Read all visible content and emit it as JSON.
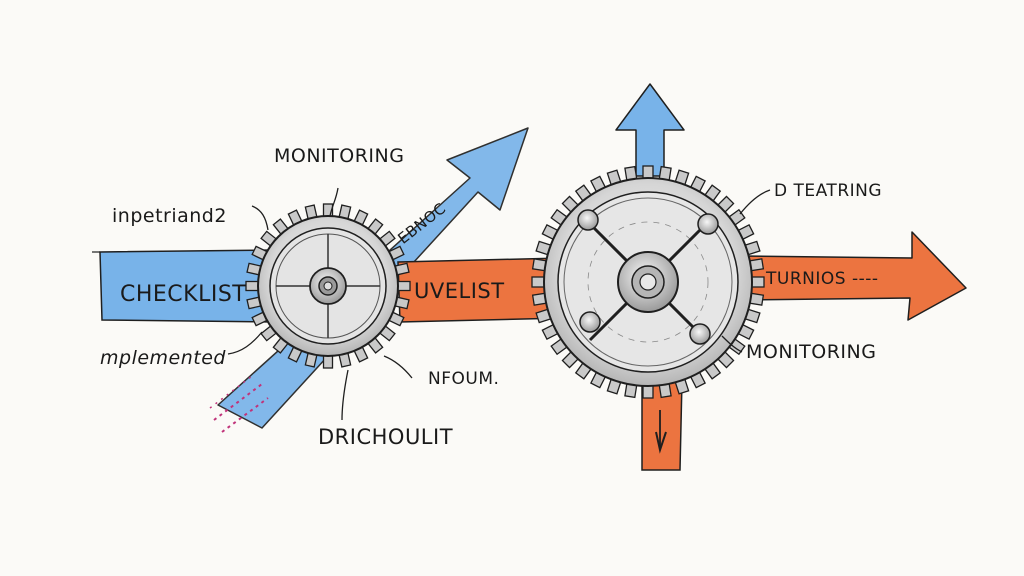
{
  "labels": {
    "monitoring_top": "MONITORING",
    "inpetriand": "inpetriand2",
    "checklist": "CHECKLIST",
    "ebnoc": "EBNOC",
    "uvelist": "UVELIST",
    "implemented": "mplemented",
    "nfoum": "NFOUM.",
    "drichoulit": "DRICHOULIT",
    "dteatring": "D TEATRING",
    "turnios": "TURNIOS ----",
    "monitoring_right": "MONITORING"
  },
  "colors": {
    "blue": "#78b3e9",
    "orange": "#ec7440",
    "ink": "#1f1f1f",
    "gear_fill": "#dcdcdc",
    "gear_shade": "#bdbdbd",
    "magenta": "#c0337a"
  },
  "icons": {
    "left_gear": "gear-icon",
    "right_gear": "gear-icon"
  }
}
